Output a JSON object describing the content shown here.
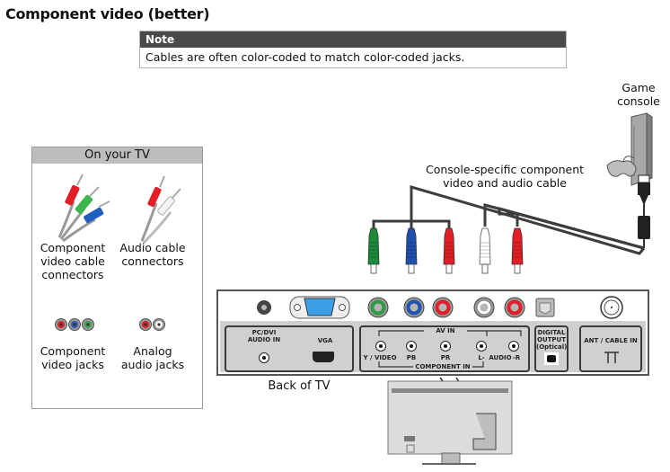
{
  "title": "Component video (better)",
  "note": {
    "heading": "Note",
    "text": "Cables are often color-coded to match color-coded jacks."
  },
  "on_your_tv": {
    "heading": "On your TV",
    "items": [
      {
        "label_lines": [
          "Component",
          "video cable",
          "connectors"
        ],
        "colors": [
          "#e21e26",
          "#3cb54a",
          "#1f5fbf"
        ]
      },
      {
        "label_lines": [
          "Audio cable",
          "connectors"
        ],
        "colors": [
          "#e21e26",
          "#ffffff"
        ]
      },
      {
        "label_lines": [
          "Component",
          "video jacks"
        ],
        "colors": [
          "#e21e26",
          "#2e59b8",
          "#34a84a"
        ]
      },
      {
        "label_lines": [
          "Analog",
          "audio jacks"
        ],
        "colors": [
          "#e21e26",
          "#ffffff"
        ]
      }
    ]
  },
  "game_console_label": [
    "Game",
    "console"
  ],
  "cable_label": [
    "Console-specific component",
    "video and audio cable"
  ],
  "back_of_tv_label": "Back of TV",
  "panel": {
    "pc_dvi_audio_in": [
      "PC/DVI",
      "AUDIO IN"
    ],
    "vga": "VGA",
    "av_in": "AV IN",
    "component_in": "COMPONENT IN",
    "y_video": "Y / VIDEO",
    "pb": "PB",
    "pr": "PR",
    "audio_l": "L-",
    "audio_word": "AUDIO",
    "audio_r": "-R",
    "digital_output": [
      "DIGITAL",
      "OUTPUT",
      "(Optical)"
    ],
    "ant_cable_in": "ANT / CABLE IN"
  },
  "plug_colors": [
    "#1d8a3a",
    "#1f4fae",
    "#e21e26",
    "#ffffff",
    "#e21e26"
  ],
  "jack_colors": [
    "#2e9b45",
    "#1f55b0",
    "#e21e26",
    "#ffffff",
    "#e21e26"
  ]
}
